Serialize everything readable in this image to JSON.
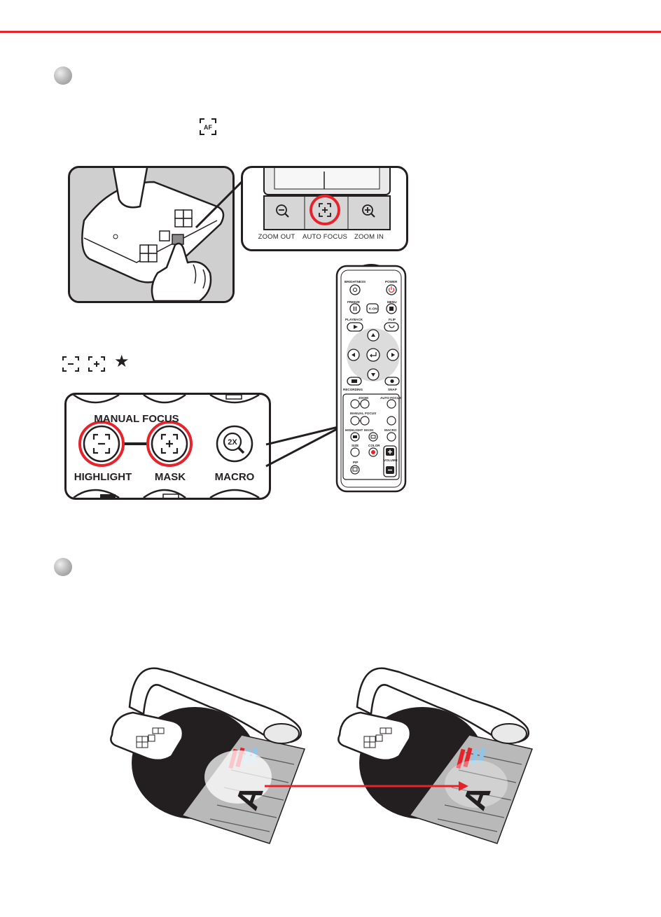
{
  "colors": {
    "rule": "#e6232b",
    "highlight": "#e6232b",
    "ink": "#231f20",
    "panel_bg": "#cfcfcf",
    "paper": "#bdbdbd"
  },
  "icons": {
    "inline_af": "autofocus-af-icon",
    "inline_row": [
      "manual-focus-minus-icon",
      "manual-focus-plus-icon",
      "star-icon"
    ]
  },
  "inline": {
    "af_label": "AF",
    "star": "★"
  },
  "control_panel": {
    "buttons": [
      {
        "icon": "zoom-out-icon",
        "label": "ZOOM OUT"
      },
      {
        "icon": "autofocus-icon",
        "label": "AUTO FOCUS",
        "highlighted": true
      },
      {
        "icon": "zoom-in-icon",
        "label": "ZOOM IN"
      }
    ]
  },
  "remote_closeup": {
    "title": "MANUAL FOCUS",
    "labels": [
      "HIGHLIGHT",
      "MASK",
      "MACRO"
    ],
    "macro_glyph": "2X"
  },
  "remote": {
    "labels": {
      "brightness": "BRIGHTNESS",
      "power": "POWER",
      "freeze": "FREEZE",
      "menu": "MENU",
      "kon": "K-ON",
      "playback": "PLAYBACK",
      "flip": "FLIP",
      "recording": "RECORDING",
      "snap": "SNAP",
      "zoom": "ZOOM",
      "auto_focus": "AUTO FOCUS",
      "manual_focus": "MANUAL FOCUS",
      "highlight": "HIGHLIGHT",
      "mask": "MASK",
      "macro": "MACRO",
      "size": "SIZE",
      "color": "COLOR",
      "pip": "PIP",
      "volume": "VOLUME"
    }
  },
  "illustration": {
    "page_letter": "A"
  }
}
